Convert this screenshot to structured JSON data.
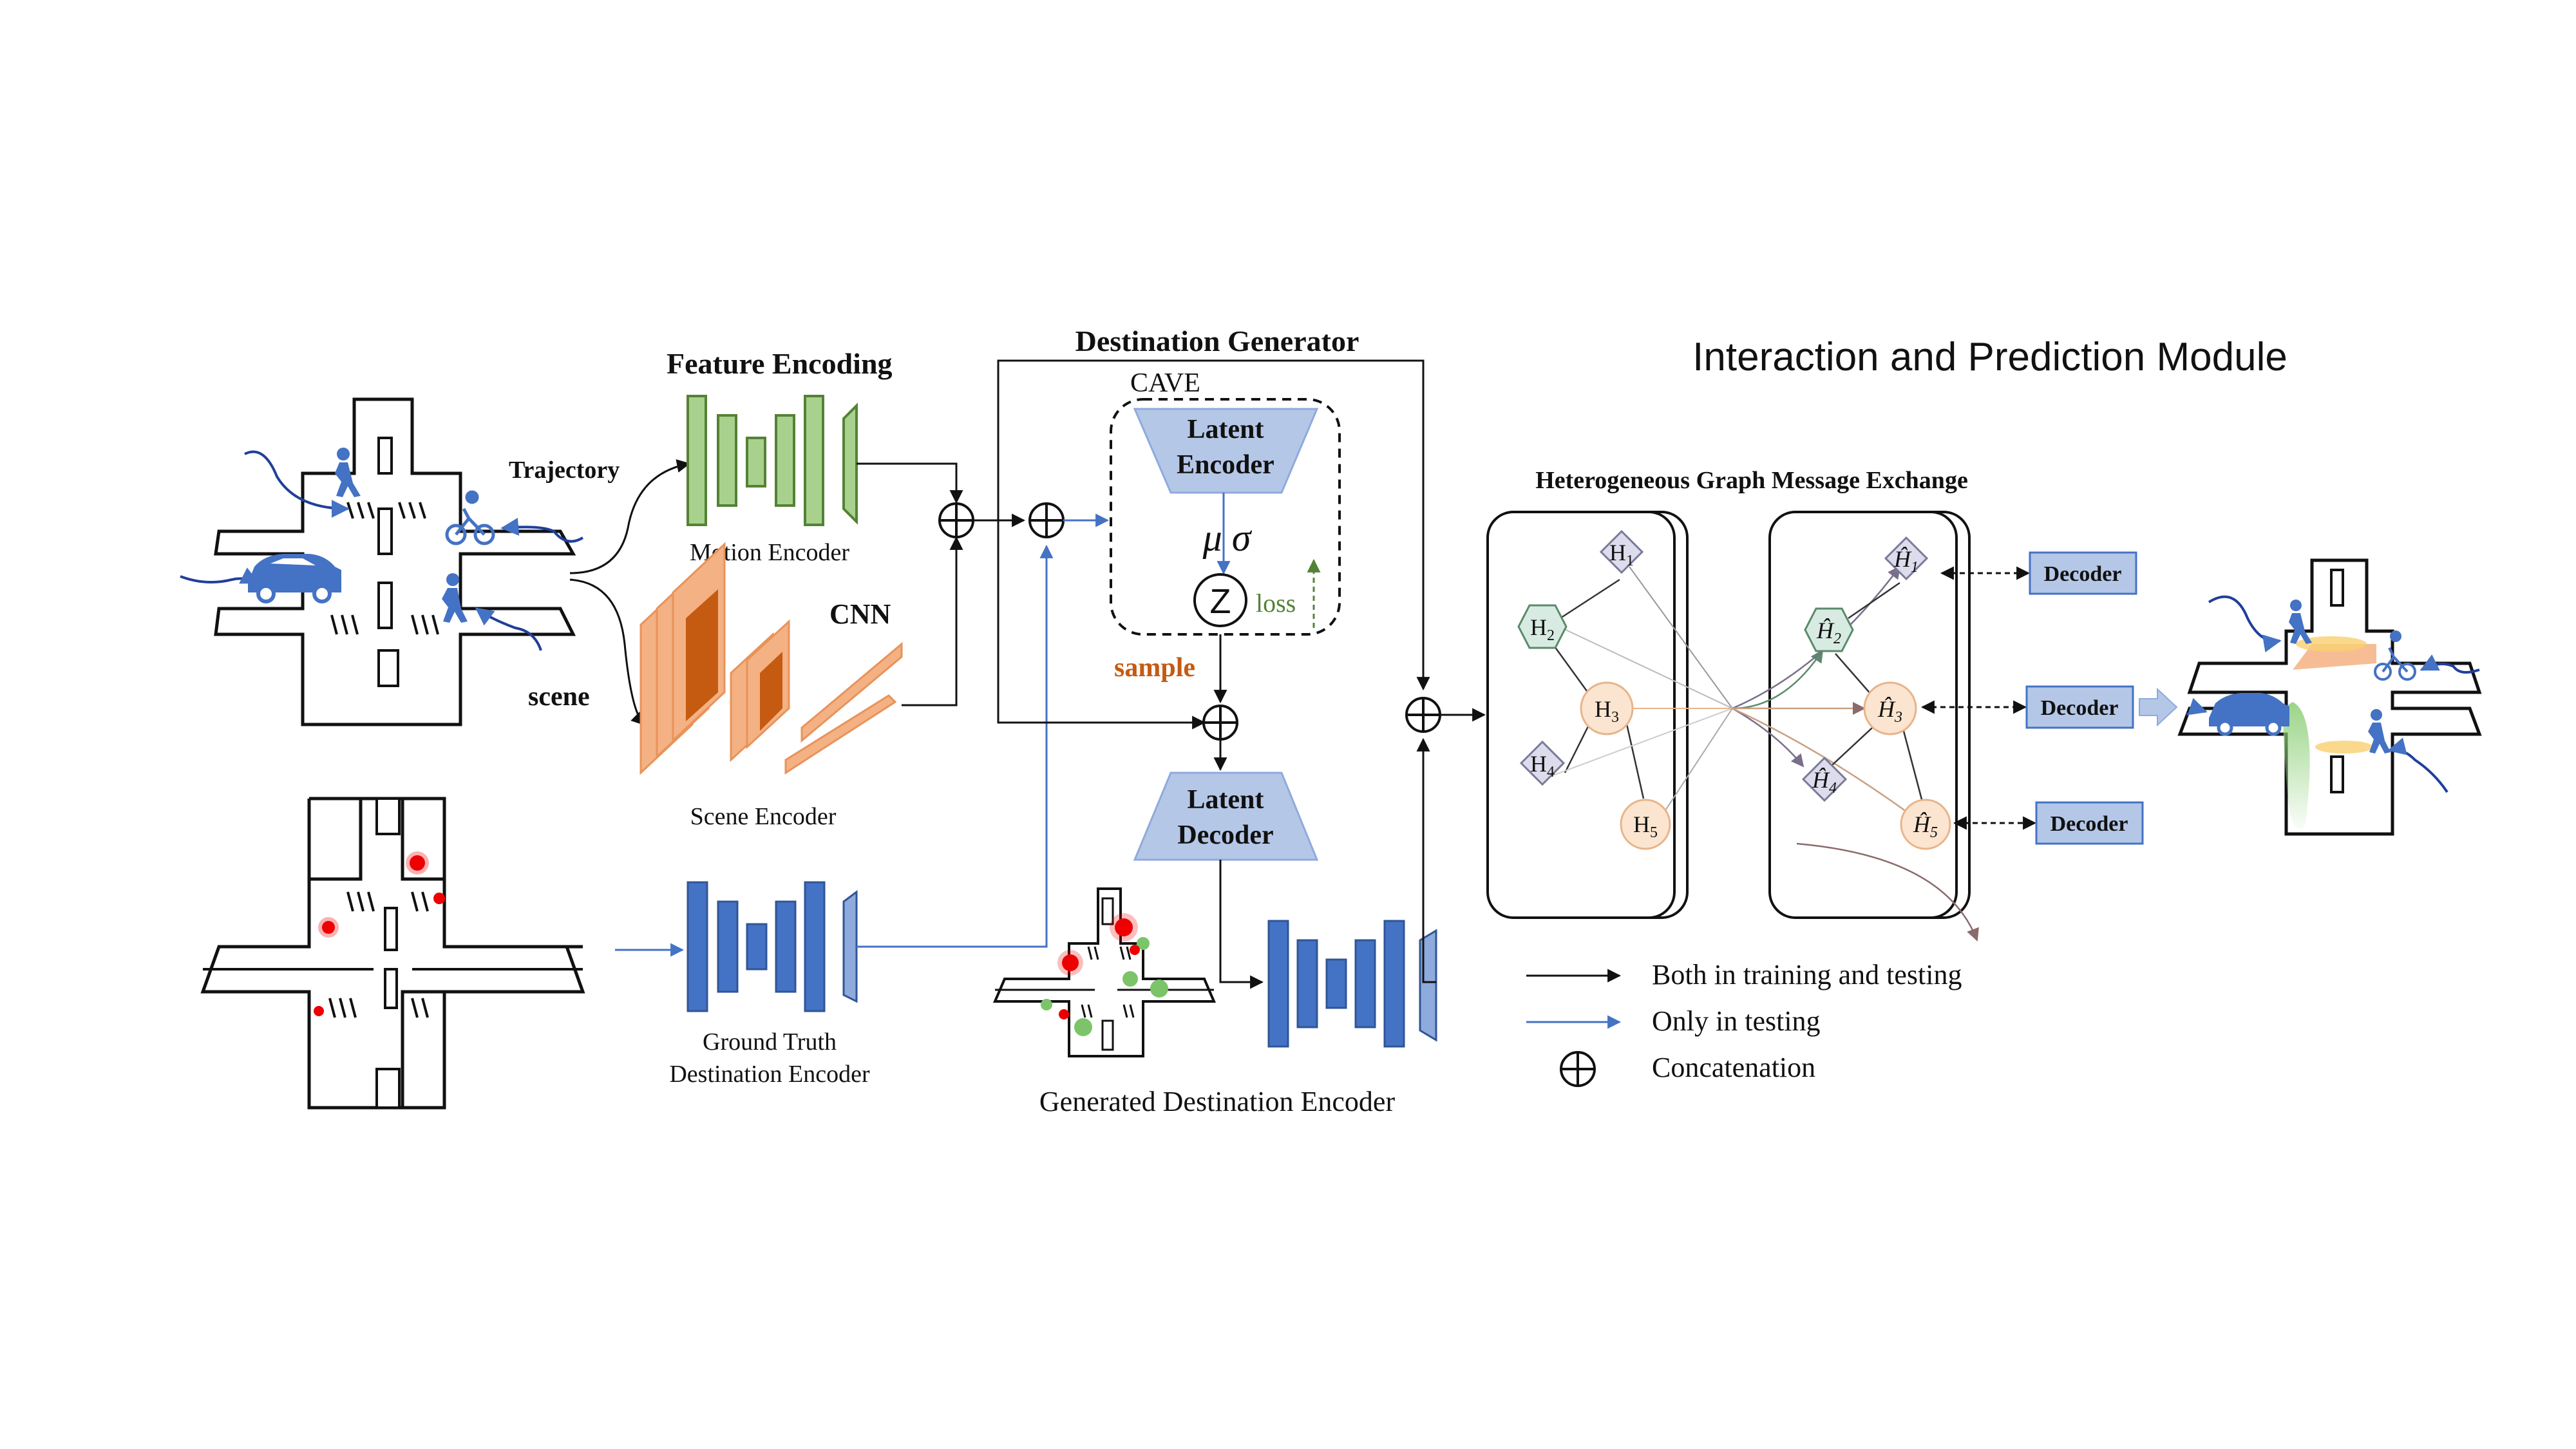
{
  "sections": {
    "feature_encoding": "Feature Encoding",
    "destination_generator": "Destination Generator",
    "interaction_module": "Interaction and Prediction Module",
    "graph_exchange": "Heterogeneous Graph Message Exchange"
  },
  "labels": {
    "trajectory": "Trajectory",
    "scene": "scene",
    "motion_encoder": "Motion Encoder",
    "cnn": "CNN",
    "scene_encoder": "Scene Encoder",
    "gt_encoder_line1": "Ground Truth",
    "gt_encoder_line2": "Destination Encoder",
    "cave": "CAVE",
    "latent_encoder_line1": "Latent",
    "latent_encoder_line2": "Encoder",
    "mu_sigma": "μ  σ",
    "z": "Z",
    "loss": "loss",
    "sample": "sample",
    "latent_decoder_line1": "Latent",
    "latent_decoder_line2": "Decoder",
    "generated_destination_encoder": "Generated Destination Encoder",
    "decoder": "Decoder"
  },
  "graph_nodes_left": [
    {
      "id": "H",
      "sub": "1"
    },
    {
      "id": "H",
      "sub": "2"
    },
    {
      "id": "H",
      "sub": "3"
    },
    {
      "id": "H",
      "sub": "4"
    },
    {
      "id": "H",
      "sub": "5"
    }
  ],
  "graph_nodes_right": [
    {
      "id": "Ĥ",
      "sub": "1"
    },
    {
      "id": "Ĥ",
      "sub": "2"
    },
    {
      "id": "Ĥ",
      "sub": "3"
    },
    {
      "id": "Ĥ",
      "sub": "4"
    },
    {
      "id": "Ĥ",
      "sub": "5"
    }
  ],
  "legend": {
    "both": "Both in training and testing",
    "testing": "Only in testing",
    "concat": "Concatenation"
  },
  "colors": {
    "motion_green": "#a9d18e",
    "scene_orange": "#f4b183",
    "scene_dark": "#c55a11",
    "encoder_blue": "#4472c4",
    "latent_blue": "#b4c7e7",
    "decoder_fill": "#b4c7e7",
    "test_arrow": "#4472c4",
    "sample_orange": "#c55a11",
    "loss_green": "#548235",
    "node_purple": "#dcdcec",
    "node_green": "#d8ebe2",
    "node_peach": "#fbe5d0"
  },
  "icons": [
    "pedestrian-icon",
    "cyclist-icon",
    "car-icon",
    "concat-icon"
  ]
}
